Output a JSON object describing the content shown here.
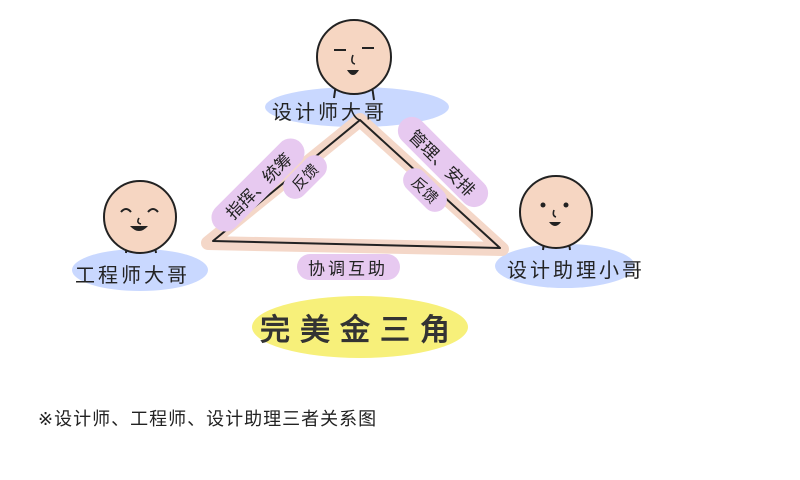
{
  "roles": {
    "designer": "设计师大哥",
    "engineer": "工程师大哥",
    "assistant": "设计助理小哥"
  },
  "edges": {
    "designer_to_engineer": "指挥、统筹",
    "engineer_to_designer": "反馈",
    "designer_to_assistant": "管理、安排",
    "assistant_to_designer": "反馈",
    "engineer_assistant": "协调互助"
  },
  "title": "完美金三角",
  "caption": "※设计师、工程师、设计助理三者关系图",
  "colors": {
    "role_highlight": "#c9d8ff",
    "edge_highlight": "#e7c9f0",
    "triangle_band": "#f4d7c8",
    "title_highlight": "#f7f07a",
    "face": "#f6d6c2",
    "line": "#222222"
  },
  "icons": [
    "face-designer-icon",
    "face-engineer-icon",
    "face-assistant-icon",
    "triangle-icon"
  ]
}
